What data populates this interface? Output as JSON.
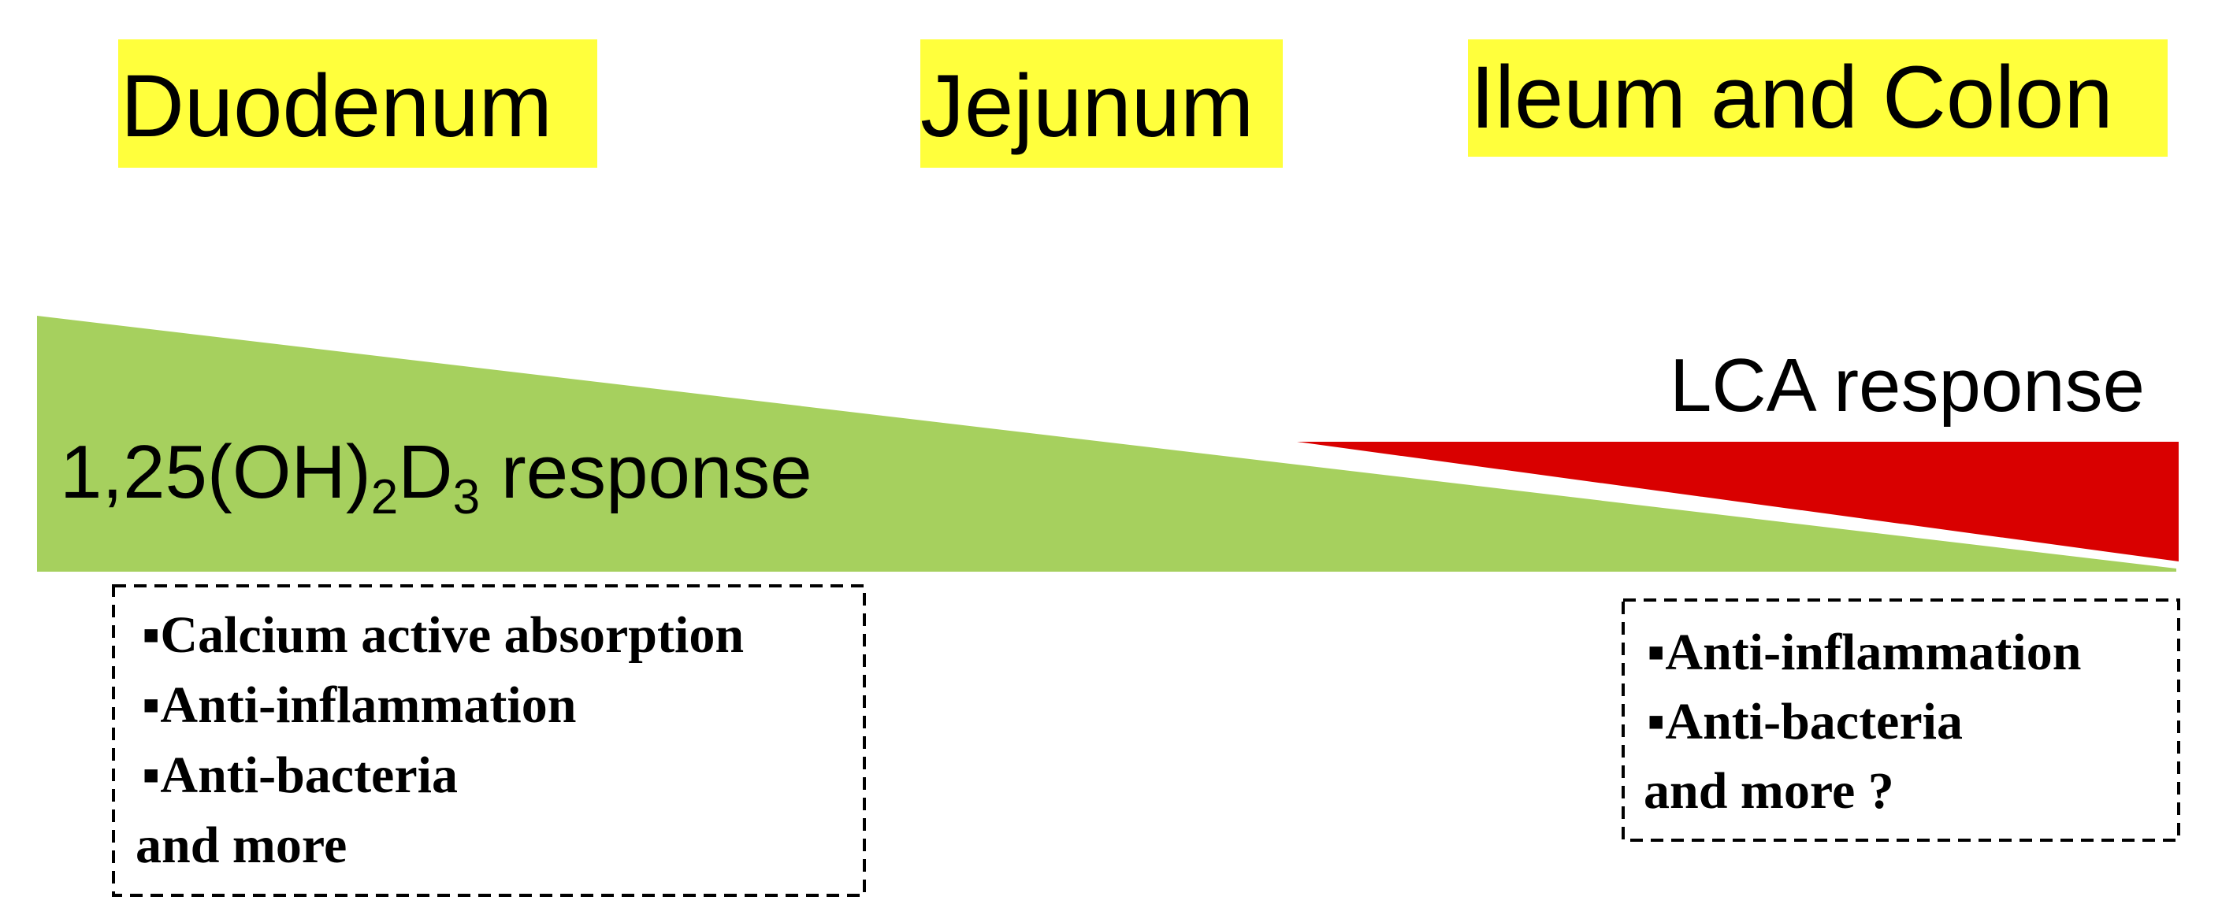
{
  "regions": {
    "duodenum": "Duodenum",
    "jejunum": "Jejunum",
    "ileum_colon": "Ileum and Colon"
  },
  "vitd_response": {
    "prefix": "1,25(OH)",
    "sub1": "2",
    "mid": "D",
    "sub2": "3",
    "suffix": " response"
  },
  "lca_response": "LCA response",
  "vitd_effects": {
    "items": [
      "Calcium active absorption",
      "Anti-inflammation",
      "Anti-bacteria"
    ],
    "more": "and more"
  },
  "lca_effects": {
    "items": [
      "Anti-inflammation",
      "Anti-bacteria"
    ],
    "more": "and more ?"
  },
  "bullet": "▪",
  "colors": {
    "highlight": "#FFFF3C",
    "vitd": "#A6D05E",
    "lca": "#D90000"
  }
}
